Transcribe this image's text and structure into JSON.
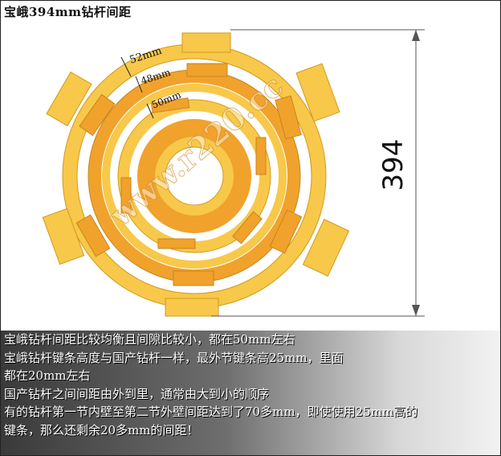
{
  "title": "宝峨394mm钻杆间距",
  "diagram": {
    "dimension_label": "394",
    "gap_labels": [
      "52mm",
      "48mm",
      "50mm"
    ],
    "watermark": "www.r220.cc",
    "colors": {
      "ring": "#f7c84a",
      "key": "#f0a22c",
      "outline": "#b07a10",
      "dim_line": "#555555"
    }
  },
  "caption": {
    "lines": [
      "宝峨钻杆间距比较均衡且间隙比较小，都在50mm左右",
      "宝峨钻杆键条高度与国产钻杆一样，最外节键条高25mm，里面",
      "都在20mm左右",
      "国产钻杆之间间距由外到里，通常由大到小的顺序",
      "有的钻杆第一节内壁至第二节外壁间距达到了70多mm，即使使用25mm高的",
      "键条，那么还剩余20多mm的间距！"
    ]
  }
}
